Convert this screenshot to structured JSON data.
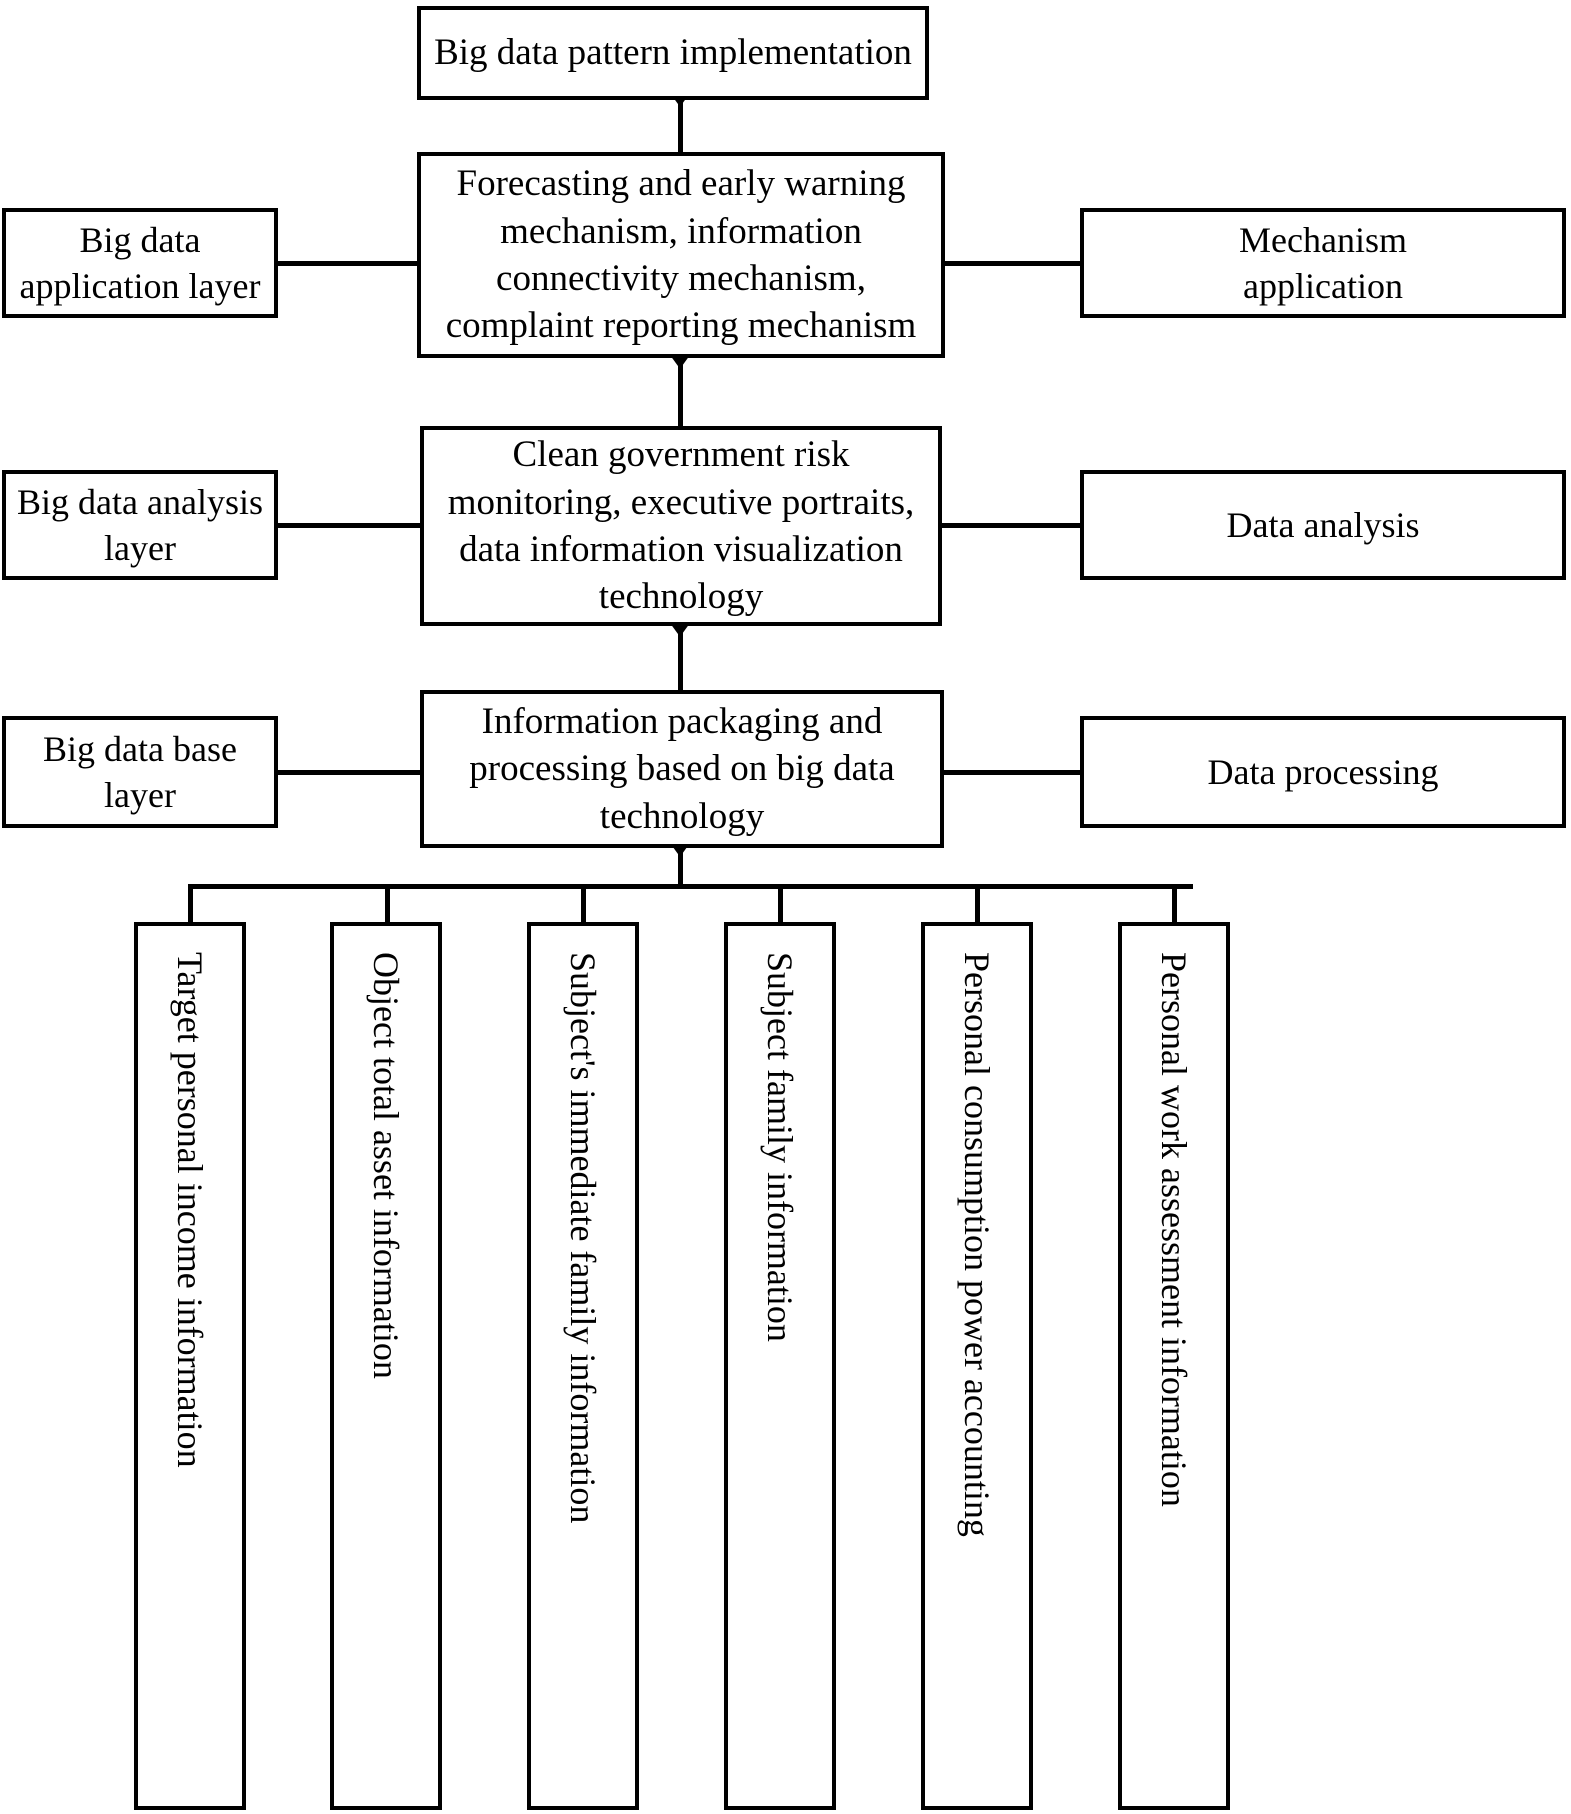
{
  "diagram": {
    "title": "Big data pattern implementation architecture",
    "type": "layered-flowchart",
    "stroke_color": "#000000",
    "fill_color": "#ffffff"
  },
  "top": {
    "label": "Big data pattern implementation"
  },
  "layers": [
    {
      "left_label": "Big data\napplication layer",
      "center_label": "Forecasting and early warning\nmechanism, information\nconnectivity mechanism,\ncomplaint reporting mechanism",
      "right_label": "Mechanism\napplication"
    },
    {
      "left_label": "Big data analysis\nlayer",
      "center_label": "Clean government risk\nmonitoring, executive portraits,\ndata information visualization\ntechnology",
      "right_label": "Data analysis"
    },
    {
      "left_label": "Big data base\nlayer",
      "center_label": "Information packaging and\nprocessing based on big data\ntechnology",
      "right_label": "Data processing"
    }
  ],
  "sources": [
    {
      "label": "Target personal income information"
    },
    {
      "label": "Object total asset information"
    },
    {
      "label": "Subject's immediate family information"
    },
    {
      "label": "Subject family information"
    },
    {
      "label": "Personal consumption power accounting"
    },
    {
      "label": "Personal work assessment information"
    }
  ]
}
